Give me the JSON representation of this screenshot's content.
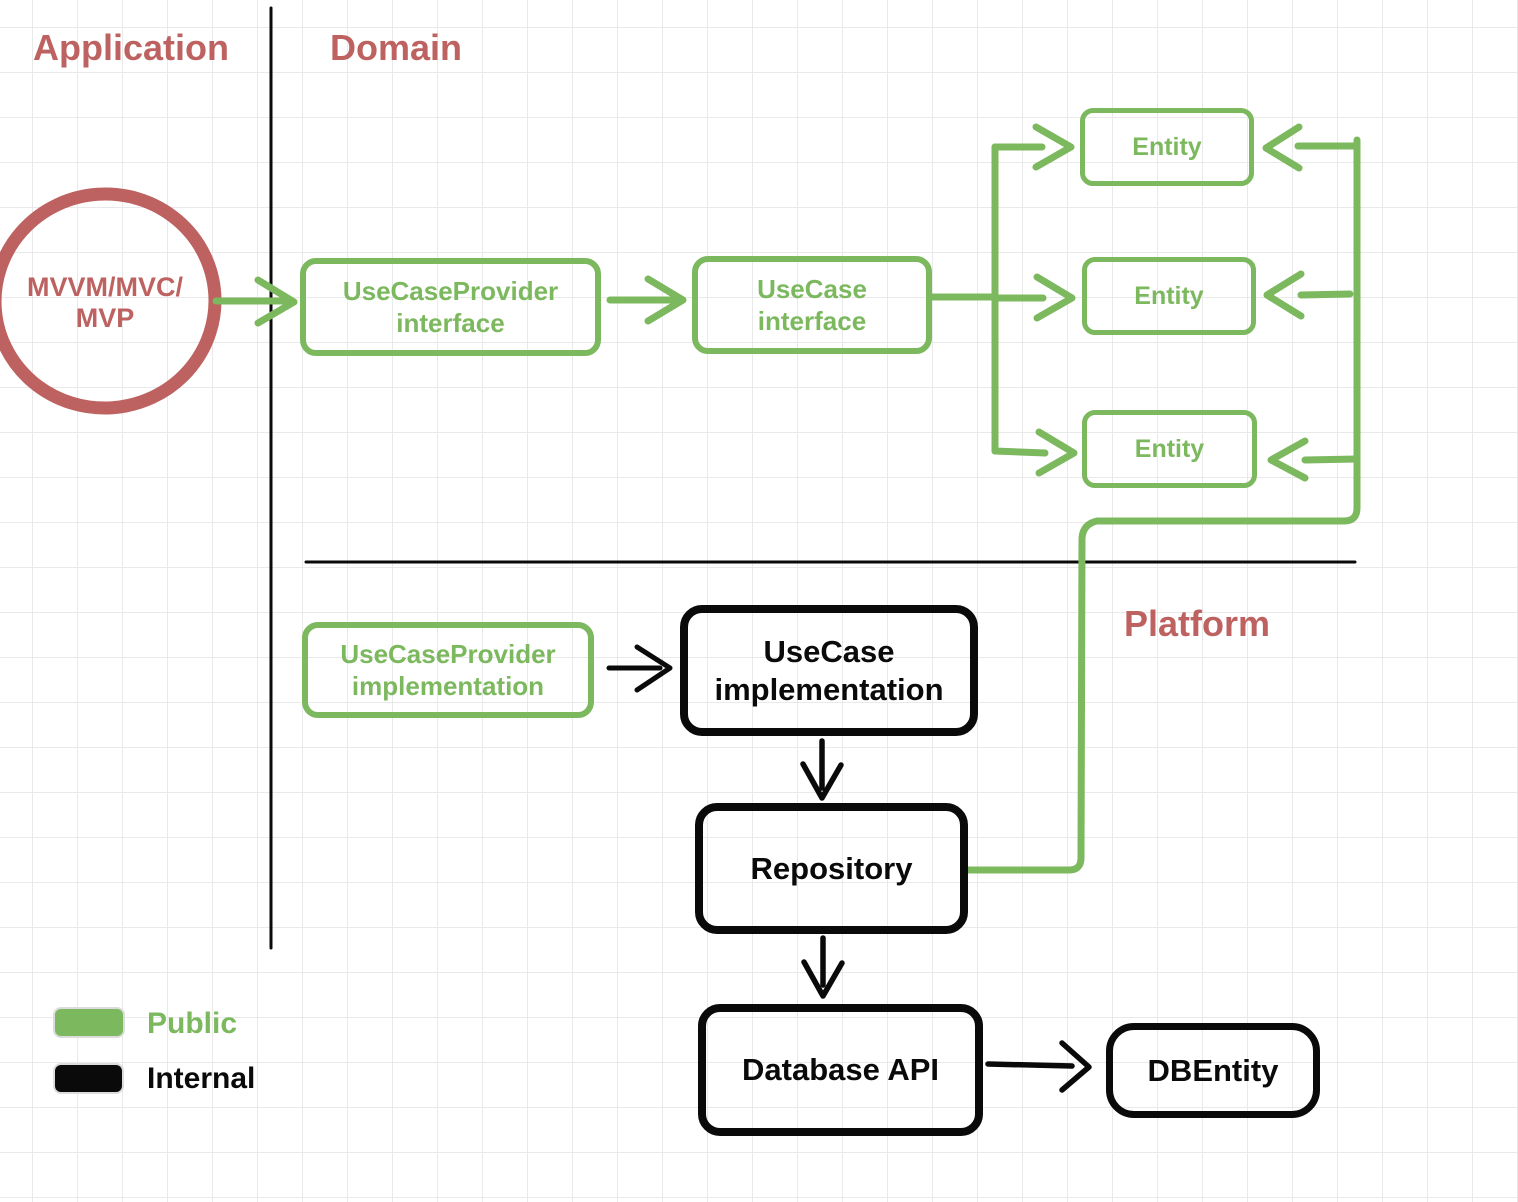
{
  "sections": {
    "application": "Application",
    "domain": "Domain",
    "platform": "Platform"
  },
  "nodes": {
    "mvvm": "MVVM/MVC/\nMVP",
    "use_case_provider_interface": "UseCaseProvider\ninterface",
    "use_case_interface": "UseCase\ninterface",
    "entity_top": "Entity",
    "entity_middle": "Entity",
    "entity_bottom": "Entity",
    "use_case_provider_implementation": "UseCaseProvider\nimplementation",
    "use_case_implementation": "UseCase\nimplementation",
    "repository": "Repository",
    "database_api": "Database API",
    "db_entity": "DBEntity"
  },
  "legend": {
    "public_label": "Public",
    "internal_label": "Internal"
  },
  "colors": {
    "public_green": "#7cb85e",
    "internal_black": "#0a0a0a",
    "section_label_red": "#bd6260"
  }
}
